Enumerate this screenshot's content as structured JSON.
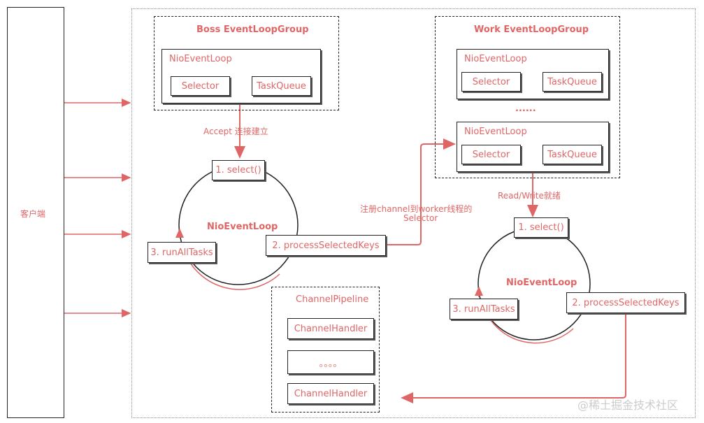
{
  "client": {
    "label": "客户端"
  },
  "boss": {
    "title": "Boss EventLoopGroup",
    "loop_label": "NioEventLoop",
    "selector": "Selector",
    "task_queue": "TaskQueue"
  },
  "work": {
    "title": "Work EventLoopGroup",
    "loop1_label": "NioEventLoop",
    "selector1": "Selector",
    "task_queue1": "TaskQueue",
    "ellipsis": "......",
    "loop2_label": "NioEventLoop",
    "selector2": "Selector",
    "task_queue2": "TaskQueue"
  },
  "accept_label": "Accept 连接建立",
  "read_write_label": "Read/Write就绪",
  "register_label_line1": "注册channel到worker线程的",
  "register_label_line2": "Selector",
  "boss_cycle": {
    "center_label": "NioEventLoop",
    "step1": "1. select()",
    "step2": "2. processSelectedKeys",
    "step3": "3. runAllTasks"
  },
  "work_cycle": {
    "center_label": "NioEventLoop",
    "step1": "1. select()",
    "step2": "2. processSelectedKeys",
    "step3": "3. runAllTasks"
  },
  "pipeline": {
    "title": "ChannelPipeline",
    "handler1": "ChannelHandler",
    "ellipsis": "。。。。",
    "handler2": "ChannelHandler"
  },
  "watermark": "@稀土掘金技术社区",
  "colors": {
    "accent": "#e06666",
    "line": "#222222"
  }
}
